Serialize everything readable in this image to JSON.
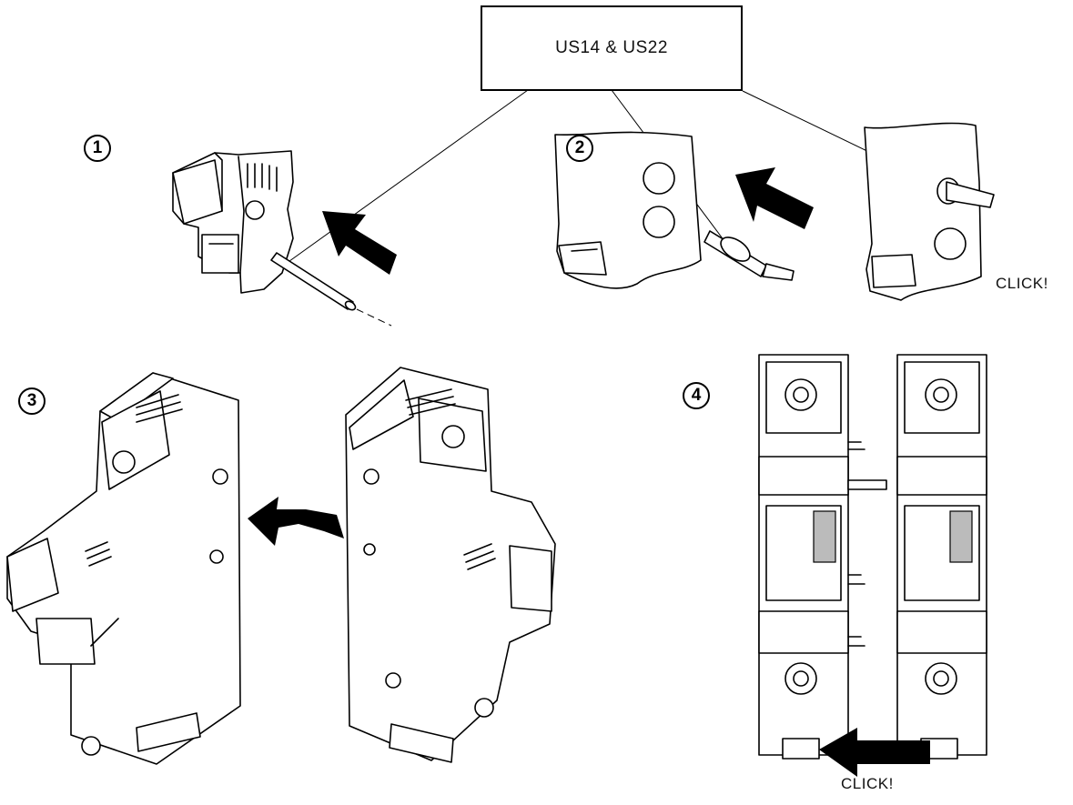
{
  "callout": {
    "label": "US14 & US22"
  },
  "steps": [
    {
      "number": "1"
    },
    {
      "number": "2"
    },
    {
      "number": "3"
    },
    {
      "number": "4"
    }
  ],
  "step2": {
    "click_label": "CLICK!"
  },
  "step4": {
    "click_label": "CLICK!"
  }
}
